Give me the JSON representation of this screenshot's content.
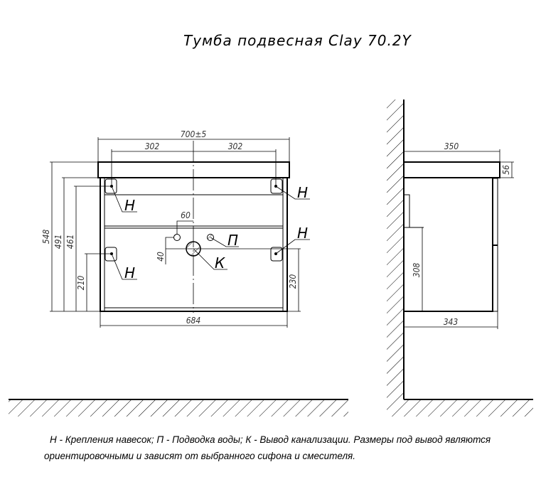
{
  "title": "Тумба подвесная Clay 70.2Y",
  "front_view": {
    "dimensions": {
      "overall_width": "700±5",
      "hanger_left": "302",
      "hanger_right": "302",
      "height_total": "548",
      "height_body": "491",
      "height_top_hangers": "461",
      "height_bottom_hangers_left": "210",
      "height_bottom_hangers_right": "230",
      "body_width": "684",
      "water_offset": "60",
      "drain_offset": "40"
    },
    "labels": {
      "hanger": "Н",
      "water": "П",
      "drain": "К"
    }
  },
  "side_view": {
    "dimensions": {
      "depth_top": "350",
      "top_thickness": "56",
      "depth_body": "343",
      "inner_height": "308"
    }
  },
  "footer": {
    "line1": "Н - Крепления навесок; П - Подводка воды; К - Вывод канализации. Размеры под вывод являются",
    "line2": "ориентировочными и зависят от выбранного сифона и смесителя."
  }
}
